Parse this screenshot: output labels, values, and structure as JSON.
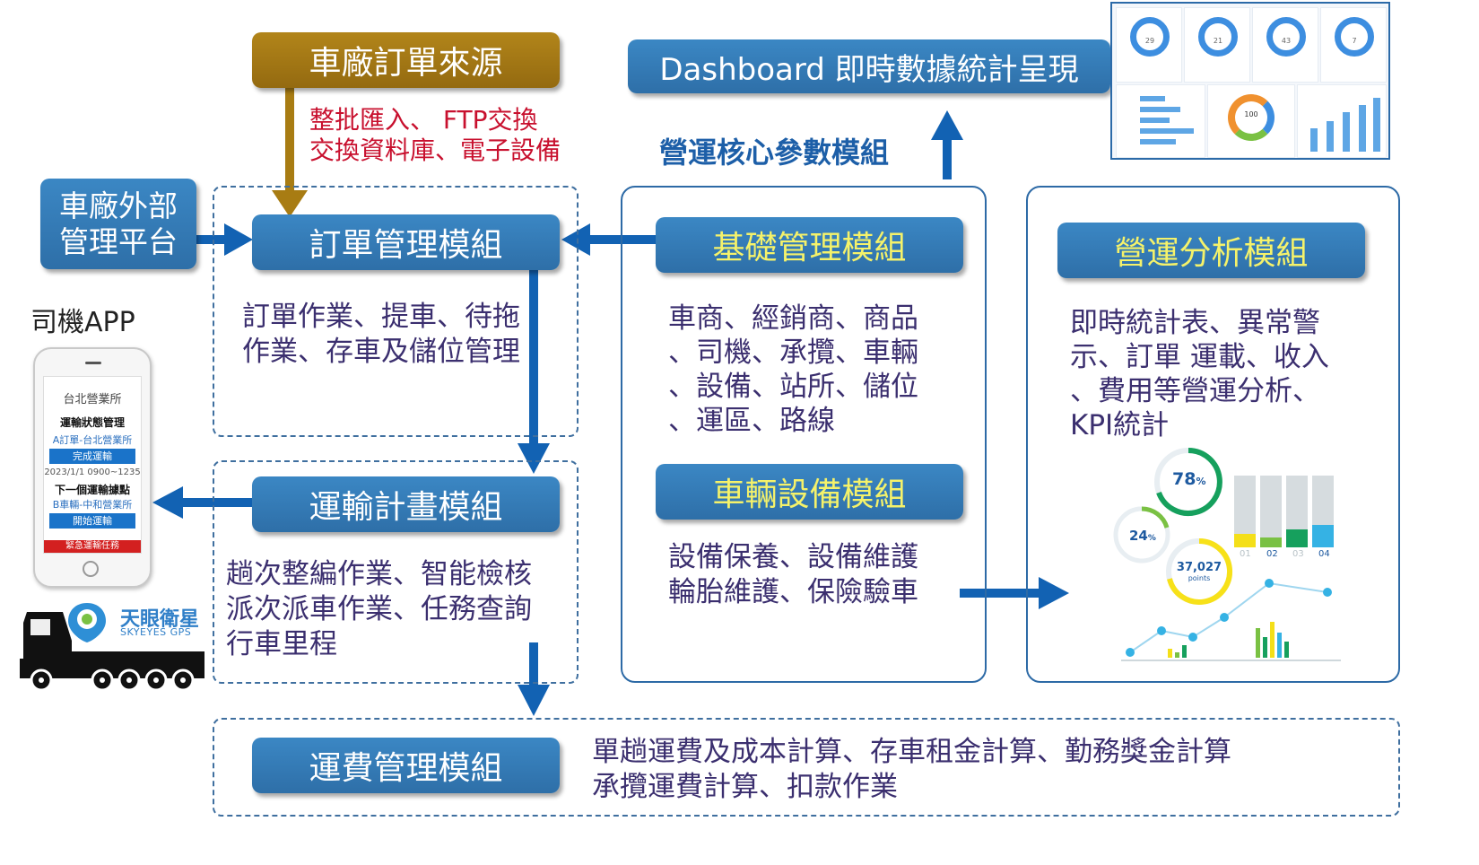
{
  "source": {
    "title": "車廠訂單來源",
    "note_line1": "整批匯入、 FTP交換",
    "note_line2": "交換資料庫、電子設備"
  },
  "external": {
    "line1": "車廠外部",
    "line2": "管理平台"
  },
  "order": {
    "title": "訂單管理模組",
    "desc_line1": "訂單作業、提車、待拖",
    "desc_line2": "作業、存車及儲位管理"
  },
  "driver_app": {
    "label": "司機APP",
    "screen": {
      "office": "台北營業所",
      "heading": "運輸狀態管理",
      "order_line": "A訂單-台北營業所",
      "done_button": "完成運輸",
      "time": "2023/1/1 0900~1235",
      "next_label": "下一個運輸據點",
      "next_line": "B車輛-中和營業所",
      "start_button": "開始運輸",
      "urgent": "緊急運輸任務"
    }
  },
  "logo": {
    "name": "天眼衛星",
    "sub": "SKYEYES GPS"
  },
  "transport": {
    "title": "運輸計畫模組",
    "desc_line1": "趟次整編作業、智能檢核",
    "desc_line2": "派次派車作業、任務查詢",
    "desc_line3": "行車里程"
  },
  "dashboard": {
    "title": "Dashboard 即時數據統計呈現",
    "donut_values": [
      "29",
      "21",
      "43",
      "7"
    ],
    "center_value": "100"
  },
  "core_label": "營運核心參數模組",
  "basic": {
    "title": "基礎管理模組",
    "desc_line1": "車商、經銷商、商品",
    "desc_line2": "、司機、承攬、車輛",
    "desc_line3": "、設備、站所、儲位",
    "desc_line4": "、運區、路線"
  },
  "vehicle": {
    "title": "車輛設備模組",
    "desc_line1": "設備保養、設備維護",
    "desc_line2": "輪胎維護、保險驗車"
  },
  "analysis": {
    "title": "營運分析模組",
    "desc_line1": "即時統計表、異常警",
    "desc_line2": "示、訂單 運載、收入",
    "desc_line3": "、費用等營運分析、",
    "desc_line4": "KPI統計",
    "kpi": {
      "pct_big": "78",
      "pct_small": "24",
      "pct_unit": "%",
      "points_value": "37,027",
      "points_label": "points",
      "bar_labels": [
        "01",
        "02",
        "03",
        "04"
      ]
    }
  },
  "freight": {
    "title": "運費管理模組",
    "desc_line1": "單趟運費及成本計算、存車租金計算、勤務獎金計算",
    "desc_line2": "承攬運費計算、扣款作業"
  },
  "colors": {
    "blue_box": "#2f73ad",
    "gold_box": "#a5780f",
    "arrow_blue": "#1262b3",
    "arrow_gold": "#a87c13",
    "desc_text": "#3b2f6f",
    "yellow_title": "#f5f26a"
  }
}
